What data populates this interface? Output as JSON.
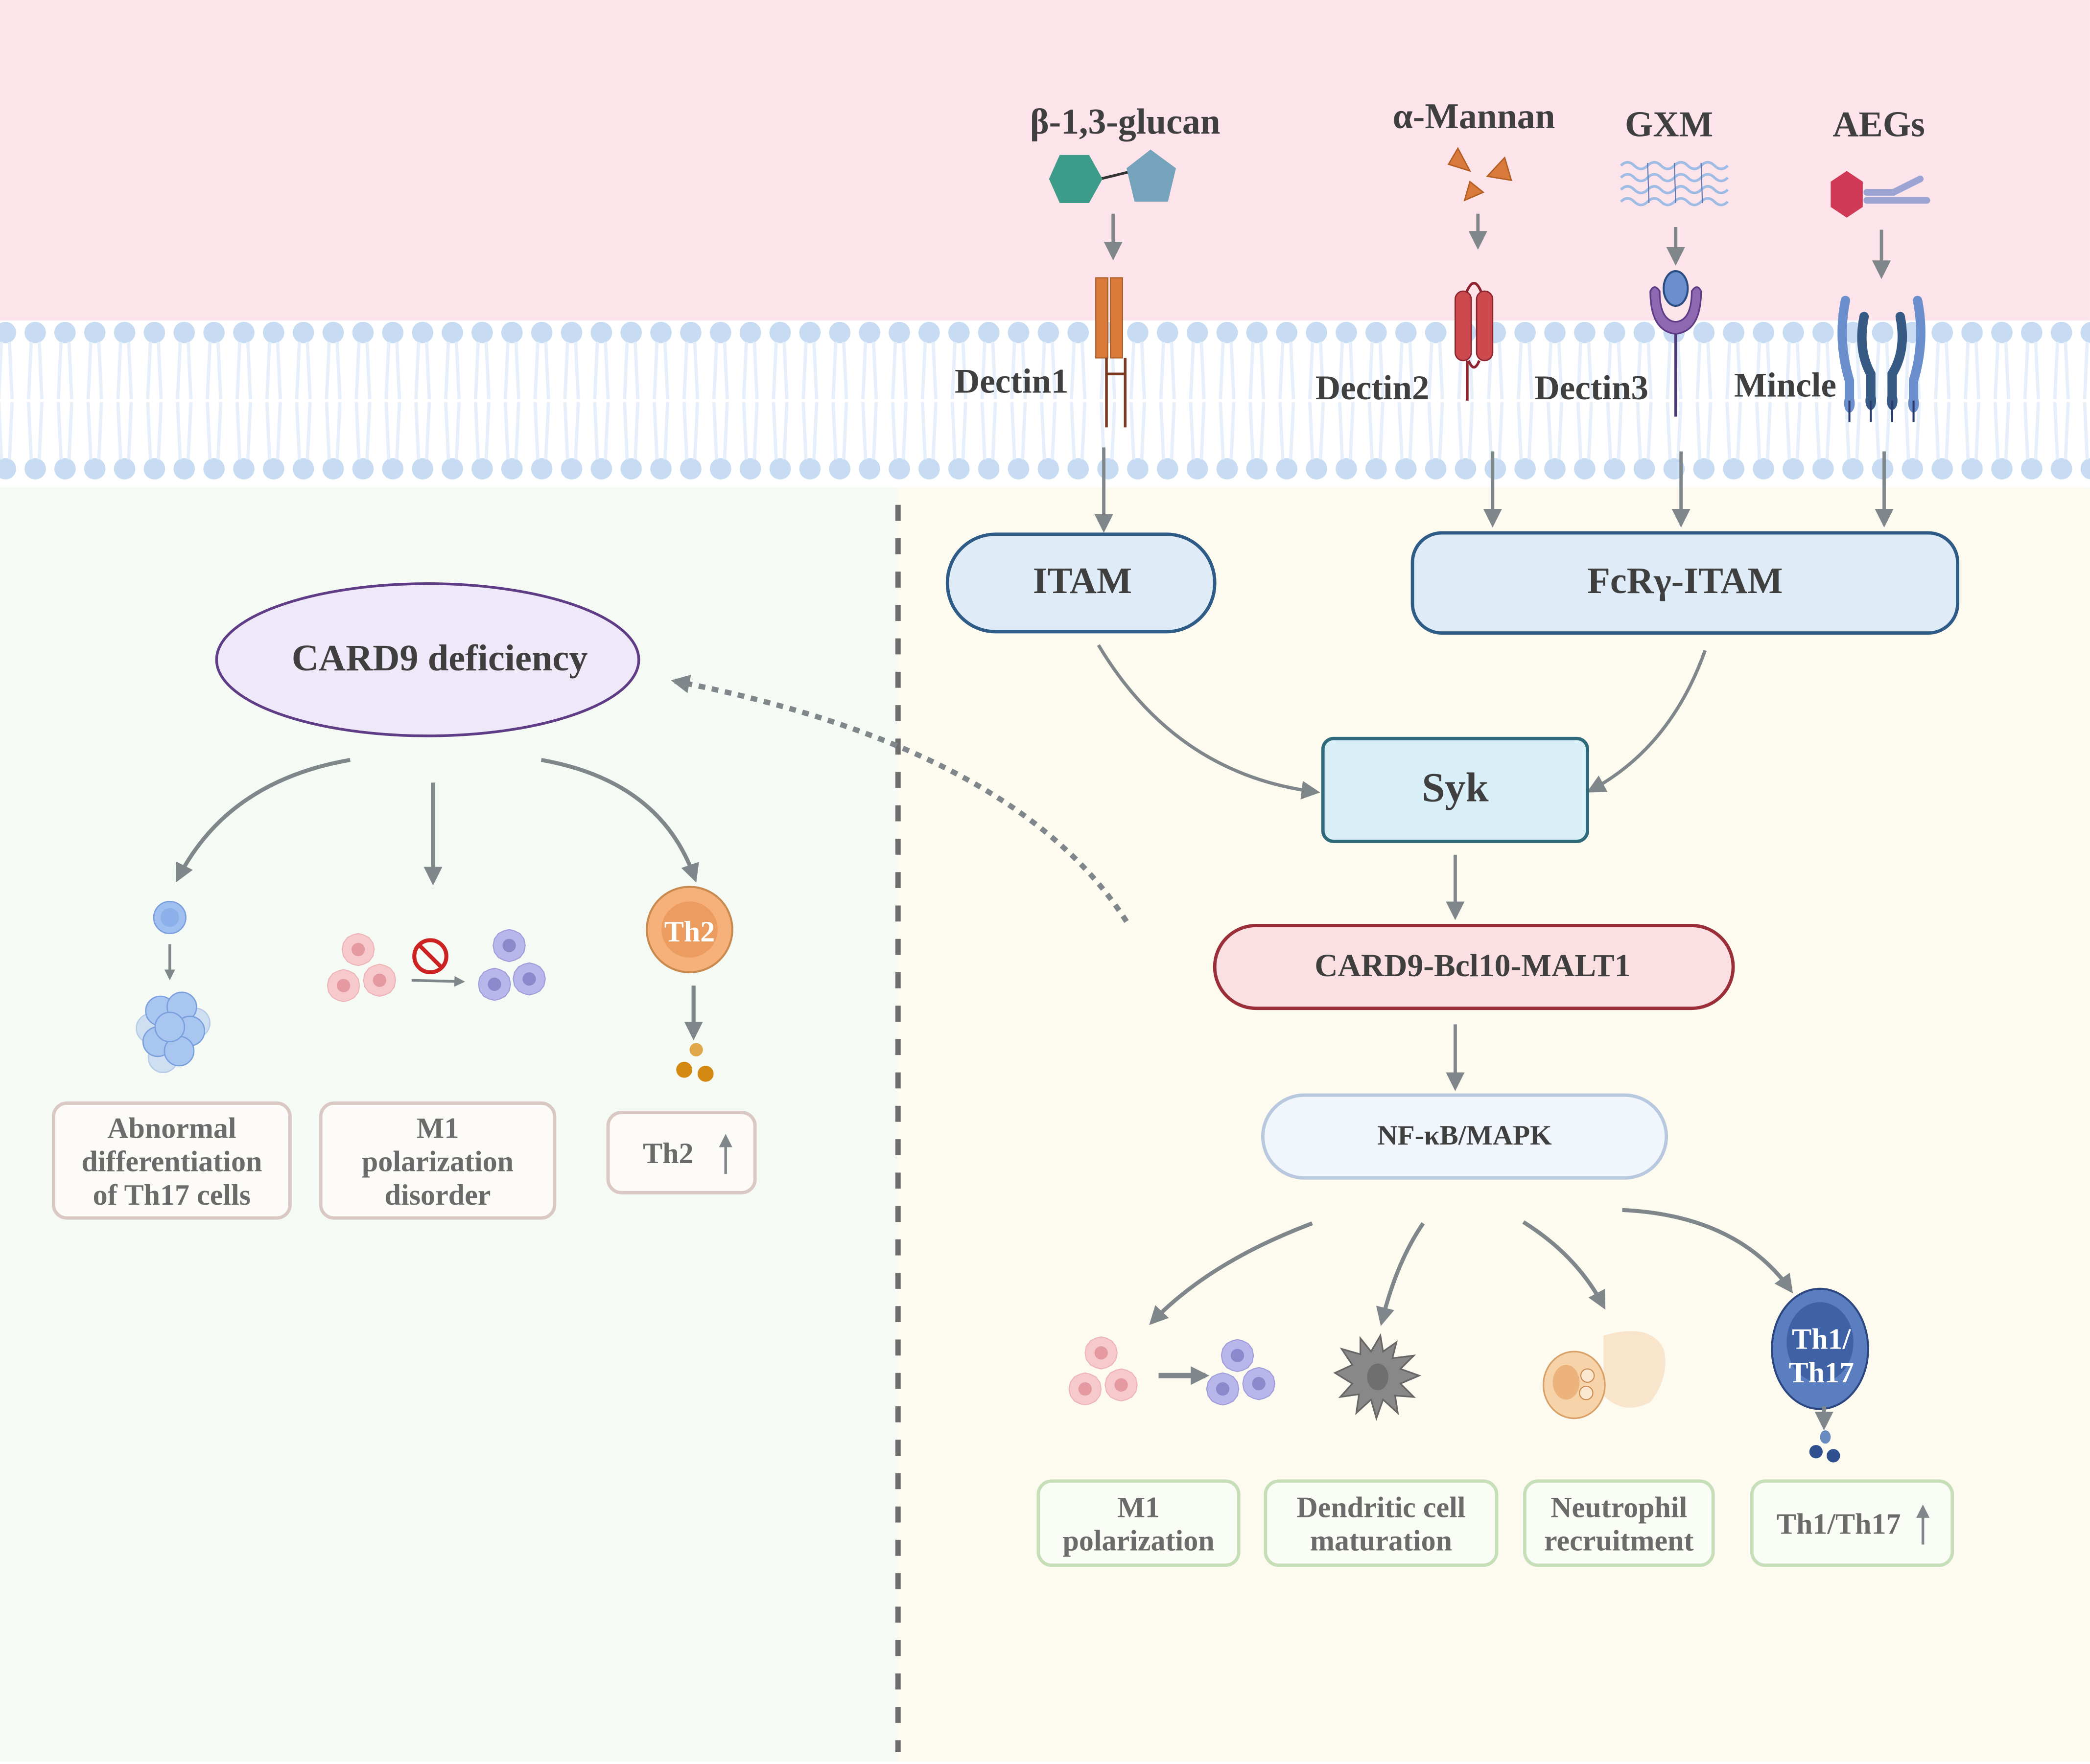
{
  "title": "CARD9 signaling pathway in fungal infection",
  "colors": {
    "extracellular_bg": "#fce4ea",
    "membrane_head": "#c7dcf2",
    "membrane_tail": "#e6f0fb",
    "left_panel_bg": "#f5faf4",
    "right_panel_bg": "#fdfbf0",
    "arrow": "#80878b",
    "itam_fill": "#dfecf8",
    "itam_stroke": "#2f5b87",
    "syk_fill": "#d9eff7",
    "syk_stroke": "#2f6a7a",
    "cbm_fill": "#fae0e2",
    "cbm_stroke": "#9a2f3a",
    "nfkb_fill": "#f1f6fc",
    "nfkb_stroke": "#b8c8de",
    "deficiency_fill": "#efe8f8",
    "deficiency_stroke": "#5e3c86",
    "outcome_left_stroke": "#d9c8c3",
    "outcome_right_stroke": "#c6dfb8"
  },
  "ligands": [
    {
      "id": "glucan",
      "label": "β-1,3-glucan",
      "icon": "glucan-icon"
    },
    {
      "id": "mannan",
      "label": "α-Mannan",
      "icon": "mannan-icon"
    },
    {
      "id": "gxm",
      "label": "GXM",
      "icon": "gxm-icon"
    },
    {
      "id": "aegs",
      "label": "AEGs",
      "icon": "aegs-icon"
    }
  ],
  "receptors": [
    {
      "id": "dectin1",
      "label": "Dectin1"
    },
    {
      "id": "dectin2",
      "label": "Dectin2"
    },
    {
      "id": "dectin3",
      "label": "Dectin3"
    },
    {
      "id": "mincle",
      "label": "Mincle"
    }
  ],
  "nodes": {
    "itam": "ITAM",
    "fcr_itam": "FcRγ-ITAM",
    "syk": "Syk",
    "cbm": "CARD9-Bcl10-MALT1",
    "nfkb": "NF-κB/MAPK",
    "deficiency": "CARD9 deficiency"
  },
  "cells": {
    "th2": "Th2",
    "th1_th17_line1": "Th1/",
    "th1_th17_line2": "Th17"
  },
  "deficiency_outcomes": [
    {
      "lines": [
        "Abnormal",
        "differentiation",
        "of  Th17 cells"
      ]
    },
    {
      "lines": [
        "M1",
        "polarization",
        "disorder"
      ]
    },
    {
      "lines": [
        "Th2"
      ],
      "trend": "up"
    }
  ],
  "normal_outcomes": [
    {
      "lines": [
        "M1",
        "polarization"
      ]
    },
    {
      "lines": [
        "Dendritic cell",
        "maturation"
      ]
    },
    {
      "lines": [
        "Neutrophil",
        "recruitment"
      ]
    },
    {
      "lines": [
        "Th1/Th17"
      ],
      "trend": "up"
    }
  ]
}
